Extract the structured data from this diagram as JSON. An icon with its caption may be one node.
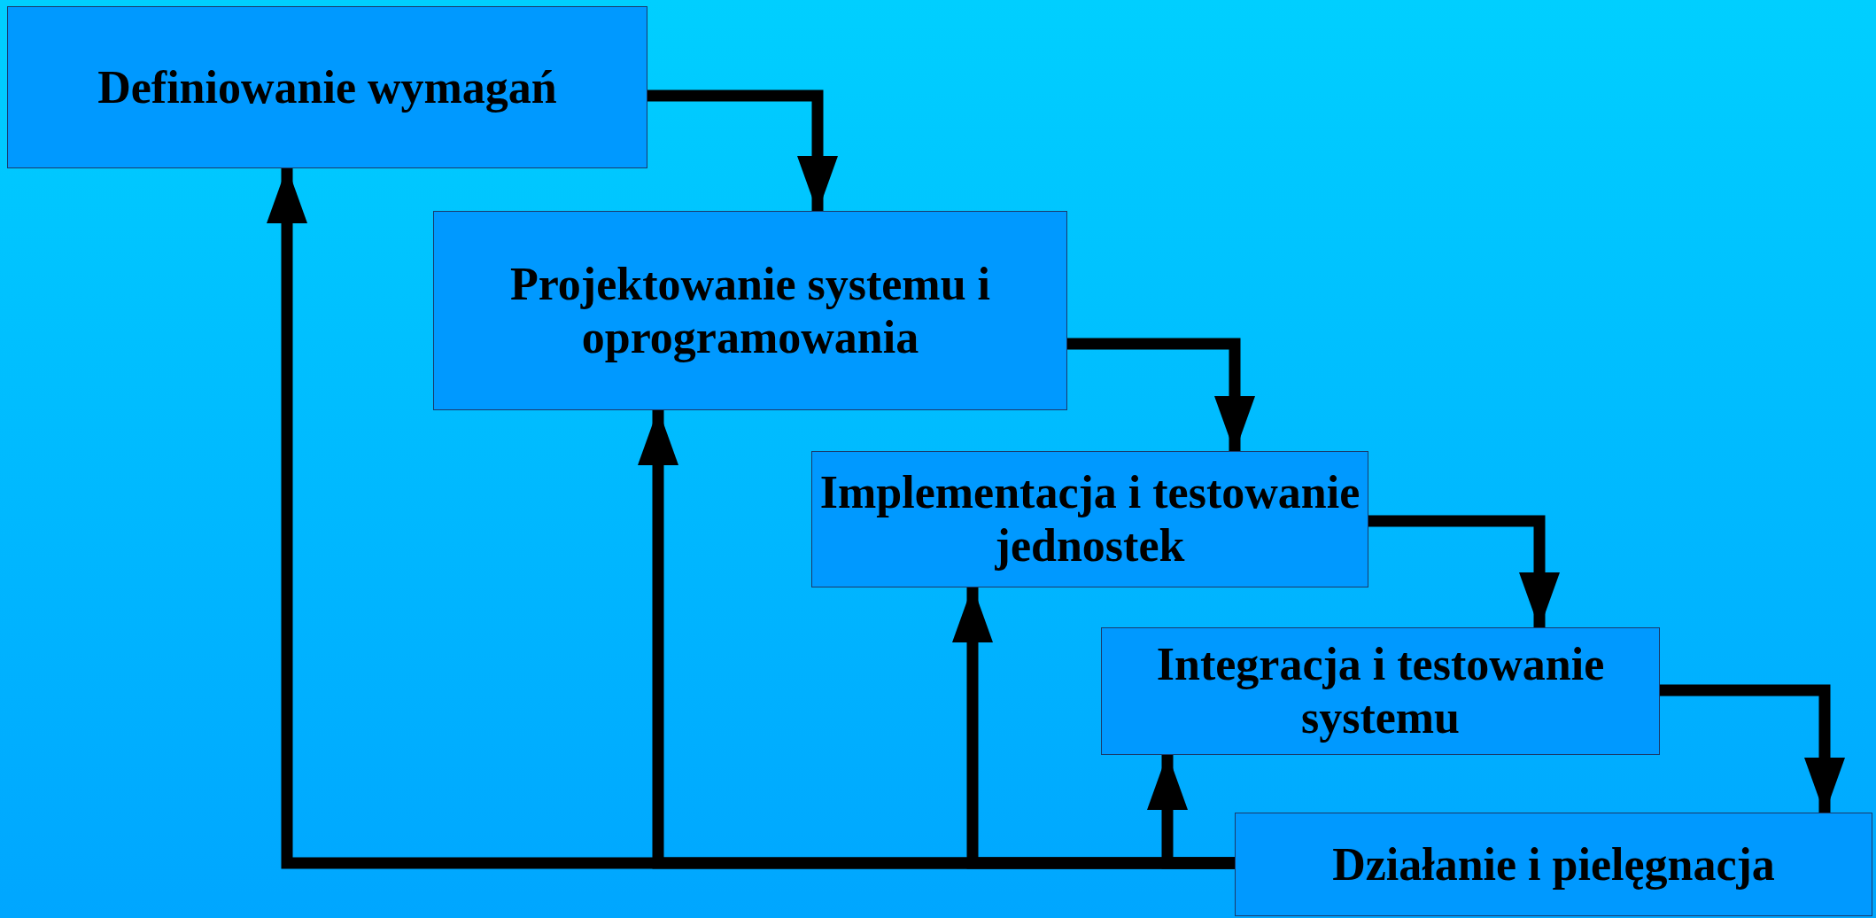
{
  "diagram": {
    "nodes": [
      {
        "text": [
          "Definiowanie wymagań"
        ]
      },
      {
        "text": [
          "Projektowanie systemu i oprogramowania"
        ]
      },
      {
        "text": [
          "Implementacja i testowanie jednostek"
        ]
      },
      {
        "text": [
          "Integracja i testowanie systemu"
        ]
      },
      {
        "text": [
          "Działanie i pielęgnacja"
        ]
      }
    ],
    "edges": [
      {
        "from": 0,
        "to": 1,
        "arrow": "to"
      },
      {
        "from": 1,
        "to": 2,
        "arrow": "to"
      },
      {
        "from": 2,
        "to": 3,
        "arrow": "to"
      },
      {
        "from": 3,
        "to": 4,
        "arrow": "to"
      },
      {
        "from": 4,
        "to": 0,
        "arrow": "to"
      },
      {
        "from": 4,
        "to": 1,
        "arrow": "to"
      },
      {
        "from": 4,
        "to": 2,
        "arrow": "to"
      },
      {
        "from": 4,
        "to": 3,
        "arrow": "to"
      }
    ]
  }
}
